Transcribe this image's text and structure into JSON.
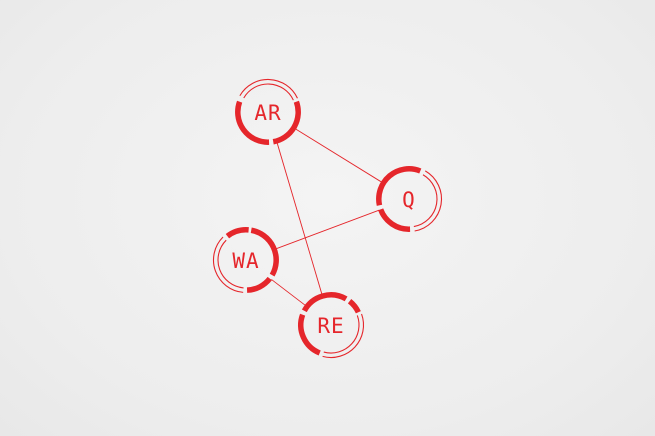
{
  "colors": {
    "accent": "#e5262b",
    "background": "#efefef"
  },
  "nodes": [
    {
      "id": "ar",
      "label": "AR"
    },
    {
      "id": "q",
      "label": "Q"
    },
    {
      "id": "wa",
      "label": "WA"
    },
    {
      "id": "re",
      "label": "RE"
    }
  ],
  "connections": [
    {
      "from": "ar",
      "to": "q"
    },
    {
      "from": "ar",
      "to": "re"
    },
    {
      "from": "q",
      "to": "wa"
    },
    {
      "from": "wa",
      "to": "re"
    }
  ]
}
